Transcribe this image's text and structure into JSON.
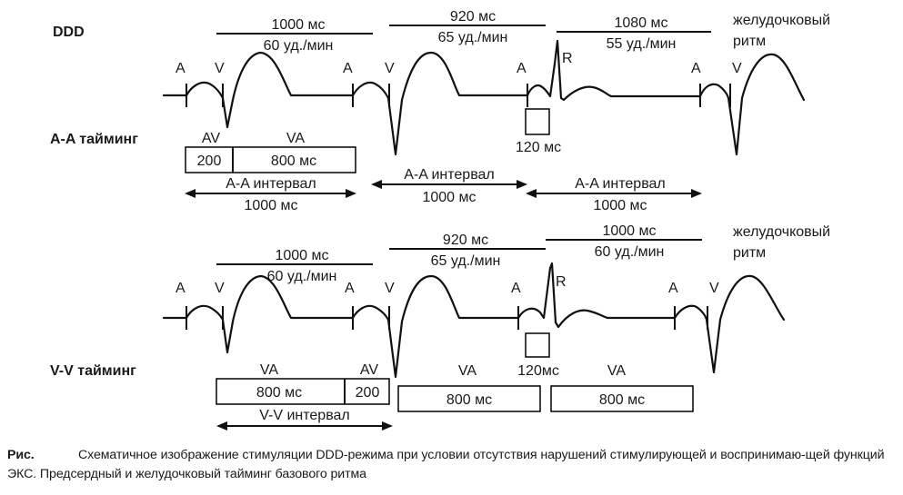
{
  "diagram": {
    "top": {
      "mode": "DDD",
      "timing": "A-A тайминг",
      "ventricular_rhythm": [
        "желудочковый",
        "ритм"
      ],
      "atrial_marker": "A",
      "ventricular_marker": "V",
      "r_label": "R",
      "intervals": [
        {
          "ms": "1000 мс",
          "rate": "60 уд./мин"
        },
        {
          "ms": "920 мс",
          "rate": "65 уд./мин"
        },
        {
          "ms": "1080 мс",
          "rate": "55 уд./мин"
        }
      ],
      "small_box_label": "120 мс",
      "av_label": "AV",
      "va_label": "VA",
      "av_value": "200",
      "va_value": "800 мс",
      "aa_interval_label": "A-A интервал",
      "aa_interval_value": "1000 мс"
    },
    "bottom": {
      "timing": "V-V тайминг",
      "ventricular_rhythm": [
        "желудочковый",
        "ритм"
      ],
      "atrial_marker": "A",
      "ventricular_marker": "V",
      "r_label": "R",
      "intervals": [
        {
          "ms": "1000 мс",
          "rate": "60 уд./мин"
        },
        {
          "ms": "920 мс",
          "rate": "65 уд./мин"
        },
        {
          "ms": "1000 мс",
          "rate": "60 уд./мин"
        }
      ],
      "small_box_label": "120мс",
      "av_label": "AV",
      "va_label": "VA",
      "va_value": "800 мс",
      "av_value": "200",
      "va_label_2": "VA",
      "va_value_2": "800 мс",
      "va_label_3": "VA",
      "va_value_3": "800 мс",
      "vv_interval_label": "V-V интервал"
    }
  },
  "caption": {
    "title": "Рис.",
    "text": "Схематичное изображение стимуляции DDD-режима при условии отсутствия нарушений стимулирующей и воспринимаю-щей функций ЭКС. Предсердный и желудочковый тайминг базового ритма"
  }
}
